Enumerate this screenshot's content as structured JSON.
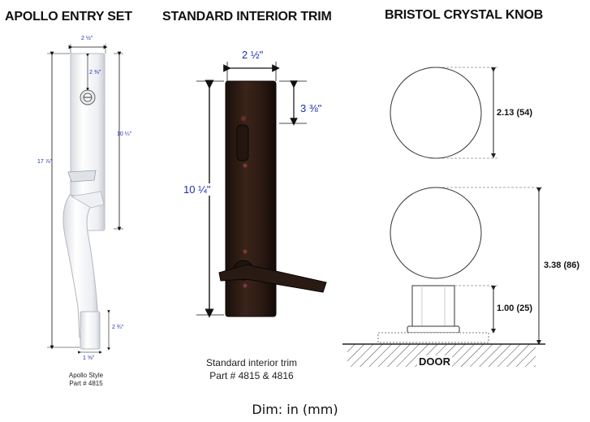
{
  "headings": {
    "apollo": "APOLLO ENTRY SET",
    "standard": "STANDARD INTERIOR TRIM",
    "bristol": "BRISTOL CRYSTAL KNOB"
  },
  "apollo": {
    "dims": {
      "top_width": "2 ½\"",
      "cyl_offset": "2 ⅜\"",
      "height_upper": "10 ¼\"",
      "overall_height": "17 ⅞\"",
      "bottom_height": "2 ¾\"",
      "bottom_width": "1 ⅝\""
    },
    "caption_line1": "Apollo Style",
    "caption_line2": "Part # 4815"
  },
  "standard": {
    "dims": {
      "width": "2 ½\"",
      "top_offset": "3 ⅜\"",
      "height": "10 ¼\""
    },
    "caption_line1": "Standard interior trim",
    "caption_line2": "Part # 4815 & 4816"
  },
  "bristol": {
    "dims": {
      "diameter": "2.13 (54)",
      "projection": "3.38 (86)",
      "stem": "1.00 (25)"
    },
    "door_label": "DOOR"
  },
  "footer": "Dim: in (mm)",
  "colors": {
    "dimension_text": "#1a2fb3",
    "bronze": "#2a1a14",
    "chrome": "#f4f5f7"
  }
}
